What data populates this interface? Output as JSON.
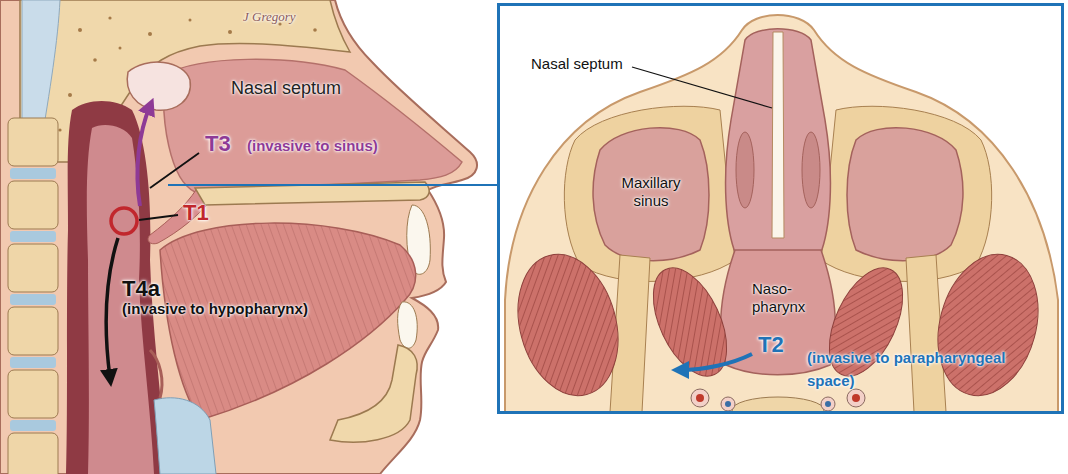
{
  "diagram": {
    "labels": [
      "J Gregory",
      "Nasal septum",
      "T3",
      "(invasive to sinus)",
      "T1",
      "T4a",
      "(invasive to hypopharynx)",
      "Nasal septum",
      "Maxillary sinus",
      "Naso- pharynx",
      "T2",
      "(invasive to parapharyngeal space)"
    ]
  }
}
